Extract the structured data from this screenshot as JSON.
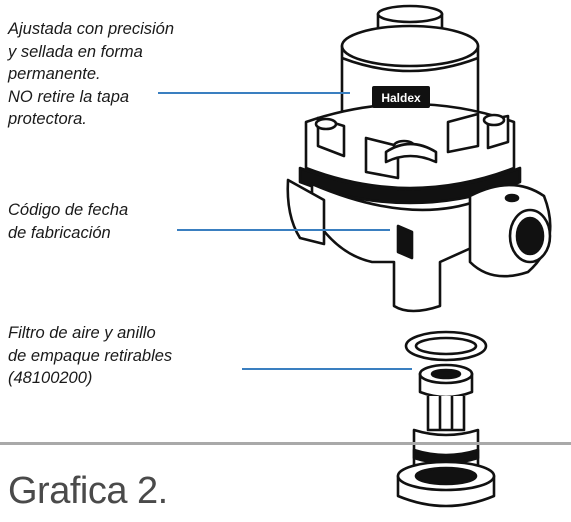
{
  "callouts": [
    {
      "lines": [
        "Ajustada con precisión",
        "y sellada en forma",
        "permanente.",
        "NO retire la tapa",
        "protectora."
      ]
    },
    {
      "lines": [
        "Código de fecha",
        "de fabricación"
      ]
    },
    {
      "lines": [
        "Filtro de aire y anillo",
        "de empaque retirables",
        "(48100200)"
      ]
    }
  ],
  "brand_label": "Haldex",
  "caption": "Grafica 2.",
  "colors": {
    "leader": "#3a7fc0",
    "rule": "#a9a9a9",
    "ink": "#1a1a1a"
  }
}
